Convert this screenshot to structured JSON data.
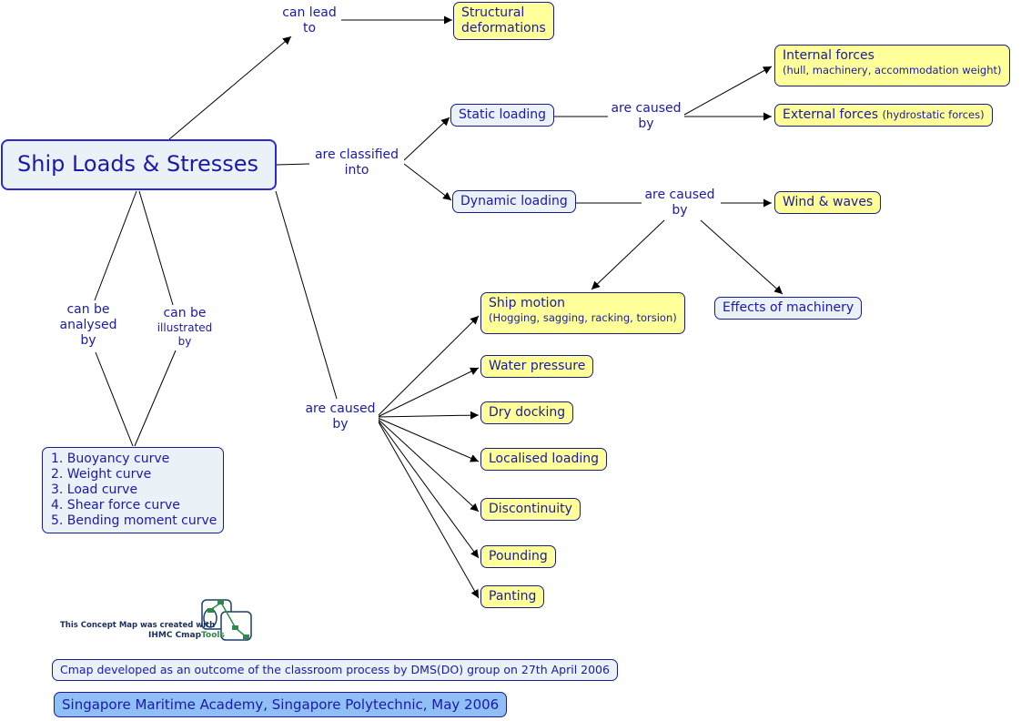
{
  "diagram": {
    "main_concept": "Ship Loads & Stresses",
    "concepts": {
      "structural_deformations": [
        "Structural",
        "deformations"
      ],
      "static_loading": "Static loading",
      "dynamic_loading": "Dynamic loading",
      "internal_forces": {
        "title": "Internal forces",
        "detail": "(hull, machinery, accommodation weight)"
      },
      "external_forces": {
        "title": "External forces",
        "detail": "(hydrostatic forces)"
      },
      "wind_waves": "Wind & waves",
      "ship_motion": {
        "title": "Ship motion",
        "detail": "(Hogging, sagging, racking, torsion)"
      },
      "effects_machinery": "Effects of machinery",
      "water_pressure": "Water pressure",
      "dry_docking": "Dry docking",
      "localised_loading": "Localised loading",
      "discontinuity": "Discontinuity",
      "pounding": "Pounding",
      "panting": "Panting",
      "curves": [
        "1. Buoyancy curve",
        "2. Weight curve",
        "3. Load curve",
        "4. Shear force curve",
        "5. Bending moment curve"
      ]
    },
    "linking_phrases": {
      "can_lead_to": [
        "can lead",
        "to"
      ],
      "are_classified_into": [
        "are classified",
        "into"
      ],
      "static_caused_by": [
        "are caused",
        "by"
      ],
      "dynamic_caused_by": [
        "are caused",
        "by"
      ],
      "main_caused_by": [
        "are caused",
        "by"
      ],
      "can_be_analysed_by": [
        "can be",
        "analysed",
        "by"
      ],
      "can_be_illustrated_by": [
        "can be",
        "illustrated",
        "by"
      ]
    }
  },
  "footer": {
    "logo_line1": "This Concept Map was created with",
    "logo_line2_a": "IHMC Cmap",
    "logo_line2_b": "Tools",
    "note": "Cmap developed as an outcome of the classroom process by DMS(DO) group on 27th April 2006",
    "credit": "Singapore Maritime Academy, Singapore Polytechnic, May 2006"
  },
  "colors": {
    "concept_fill": "#ffff99",
    "primary_fill": "#eaf1f7",
    "credit_fill": "#8fbff5",
    "text": "#1a1aa8",
    "border": "#1a1a8c"
  }
}
